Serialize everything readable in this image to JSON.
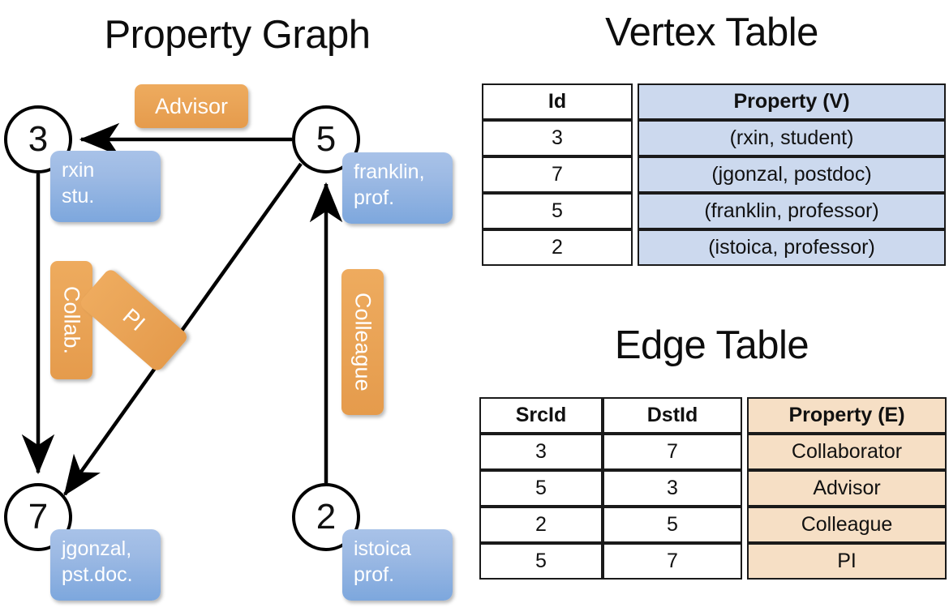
{
  "titles": {
    "property_graph": "Property Graph",
    "vertex_table": "Vertex Table",
    "edge_table": "Edge Table"
  },
  "graph": {
    "nodes": [
      {
        "id": "3",
        "property_lines": [
          "rxin",
          "stu."
        ]
      },
      {
        "id": "5",
        "property_lines": [
          "franklin,",
          "prof."
        ]
      },
      {
        "id": "7",
        "property_lines": [
          "jgonzal,",
          "pst.doc."
        ]
      },
      {
        "id": "2",
        "property_lines": [
          "istoica",
          "prof."
        ]
      }
    ],
    "edge_labels": [
      {
        "name": "advisor",
        "text": "Advisor"
      },
      {
        "name": "collab",
        "text": "Collab."
      },
      {
        "name": "pi",
        "text": "PI"
      },
      {
        "name": "colleague",
        "text": "Colleague"
      }
    ],
    "edges": [
      {
        "from": "5",
        "to": "3",
        "label": "Advisor"
      },
      {
        "from": "3",
        "to": "7",
        "label": "Collab."
      },
      {
        "from": "5",
        "to": "7",
        "label": "PI"
      },
      {
        "from": "2",
        "to": "5",
        "label": "Colleague"
      }
    ]
  },
  "vertex_table": {
    "headers": [
      "Id",
      "Property (V)"
    ],
    "rows": [
      {
        "id": "3",
        "property": "(rxin, student)"
      },
      {
        "id": "7",
        "property": "(jgonzal, postdoc)"
      },
      {
        "id": "5",
        "property": "(franklin, professor)"
      },
      {
        "id": "2",
        "property": "(istoica, professor)"
      }
    ]
  },
  "edge_table": {
    "headers": [
      "SrcId",
      "DstId",
      "Property (E)"
    ],
    "rows": [
      {
        "src": "3",
        "dst": "7",
        "property": "Collaborator"
      },
      {
        "src": "5",
        "dst": "3",
        "property": "Advisor"
      },
      {
        "src": "2",
        "dst": "5",
        "property": "Colleague"
      },
      {
        "src": "5",
        "dst": "7",
        "property": "PI"
      }
    ]
  },
  "colors": {
    "vertex_property_fill": "#ccd9ee",
    "edge_property_fill": "#f6dfc5",
    "node_property_box": "#7da7dd",
    "edge_label_box": "#eaa558",
    "stroke": "#000000",
    "background": "#ffffff"
  }
}
